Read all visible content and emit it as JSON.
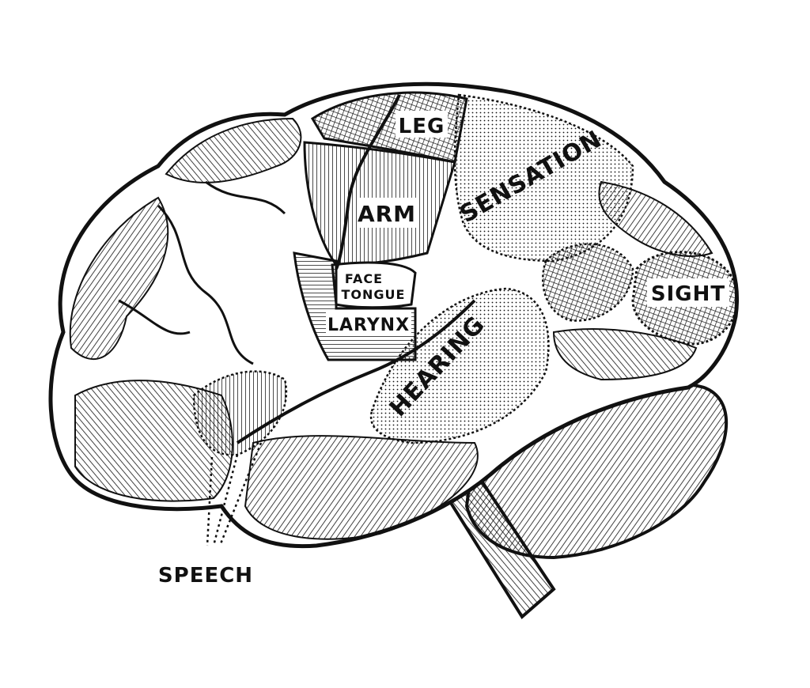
{
  "labels": {
    "leg": "LEG",
    "arm": "ARM",
    "face": "FACE",
    "tongue": "TONGUE",
    "larynx": "LARYNX",
    "sensation": "SENSATION",
    "hearing": "HEARING",
    "sight": "SIGHT",
    "speech": "SPEECH"
  },
  "colors": {
    "ink": "#111111",
    "paper": "#ffffff"
  }
}
